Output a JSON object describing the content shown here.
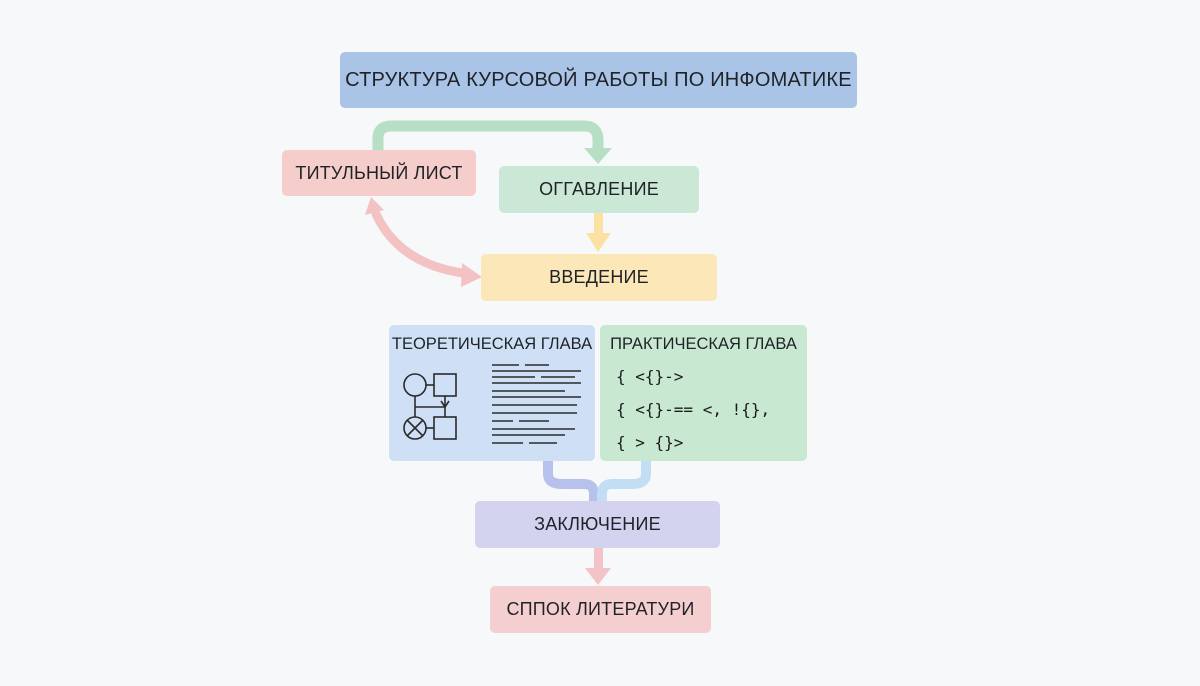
{
  "title": "СТРУКТУРА КУРСОВОЙ РАБОТЫ ПО ИНФОМАТИКЕ",
  "nodes": {
    "titul": "ТИТУЛЬНЫЙ ЛИСТ",
    "toc": "ОГГАВЛЕНИЕ",
    "intro": "ВВЕДЕНИЕ",
    "conclusion": "ЗАКЛЮЧЕНИЕ",
    "references": "СППОК ЛИТЕРАТУРИ"
  },
  "theory": {
    "label": "ТЕОРЕТИЧЕСКАЯ ГЛАВА",
    "icon": "flowchart-sketch-icon"
  },
  "practical": {
    "label": "ПРАКТИЧЕСКАЯ ГЛАВА",
    "code": [
      "{ <{}->",
      "{ <{}-== <, !{},",
      "{ > {}>"
    ]
  },
  "colors": {
    "title": "#a9c4e6",
    "titul": "#f5cdcb",
    "toc": "#cbe8d6",
    "intro": "#fbe7b8",
    "theory": "#cfe0f6",
    "practical": "#c9e8d2",
    "conclusion": "#d3d3f0",
    "references": "#f5cfcf"
  }
}
